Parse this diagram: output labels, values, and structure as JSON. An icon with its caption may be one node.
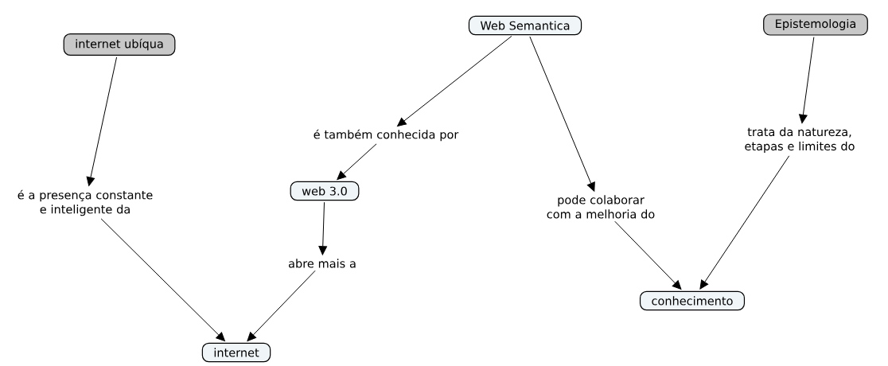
{
  "diagram": {
    "nodes": [
      {
        "text": [
          "internet ubíqua"
        ]
      },
      {
        "text": [
          "Web Semantica"
        ]
      },
      {
        "text": [
          "Epistemologia"
        ]
      },
      {
        "text": [
          "é a presença constante e inteligente da"
        ]
      },
      {
        "text": [
          "é também conhecida por"
        ]
      },
      {
        "text": [
          "trata da natureza, etapas e limites do"
        ]
      },
      {
        "text": [
          "pode colaborar com a melhoria do"
        ]
      },
      {
        "text": [
          "web 3.0"
        ]
      },
      {
        "text": [
          "abre mais a"
        ]
      },
      {
        "text": [
          "conhecimento"
        ]
      },
      {
        "text": [
          "internet"
        ]
      }
    ],
    "edges": [
      {
        "from": 0,
        "to": 3,
        "arrow": "to"
      },
      {
        "from": 3,
        "to": 10,
        "arrow": "to"
      },
      {
        "from": 1,
        "to": 4,
        "arrow": "to"
      },
      {
        "from": 4,
        "to": 7,
        "arrow": "to"
      },
      {
        "from": 7,
        "to": 8,
        "arrow": "to"
      },
      {
        "from": 8,
        "to": 10,
        "arrow": "to"
      },
      {
        "from": 1,
        "to": 6,
        "arrow": "to"
      },
      {
        "from": 6,
        "to": 9,
        "arrow": "to"
      },
      {
        "from": 2,
        "to": 5,
        "arrow": "to"
      },
      {
        "from": 5,
        "to": 9,
        "arrow": "to"
      }
    ]
  }
}
